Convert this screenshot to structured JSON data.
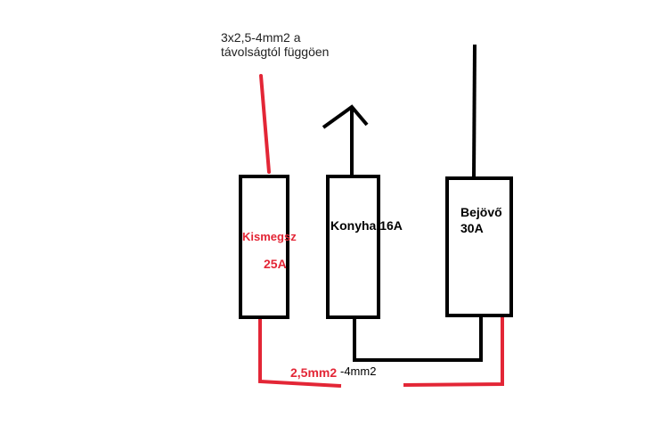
{
  "colors": {
    "black": "#000000",
    "red": "#e32636"
  },
  "annotation": {
    "line1": "3x2,5-4mm2 a",
    "line2": "távolságtól függöen"
  },
  "boxes": {
    "kismegsz": {
      "name": "Kismegsz",
      "rating": "25A"
    },
    "konyha": {
      "name": "Konyha 16A"
    },
    "bejovo": {
      "name": "Bejövő",
      "rating": "30A"
    }
  },
  "wire_labels": {
    "red_size": "2,5mm2",
    "black_size": "-4mm2"
  }
}
